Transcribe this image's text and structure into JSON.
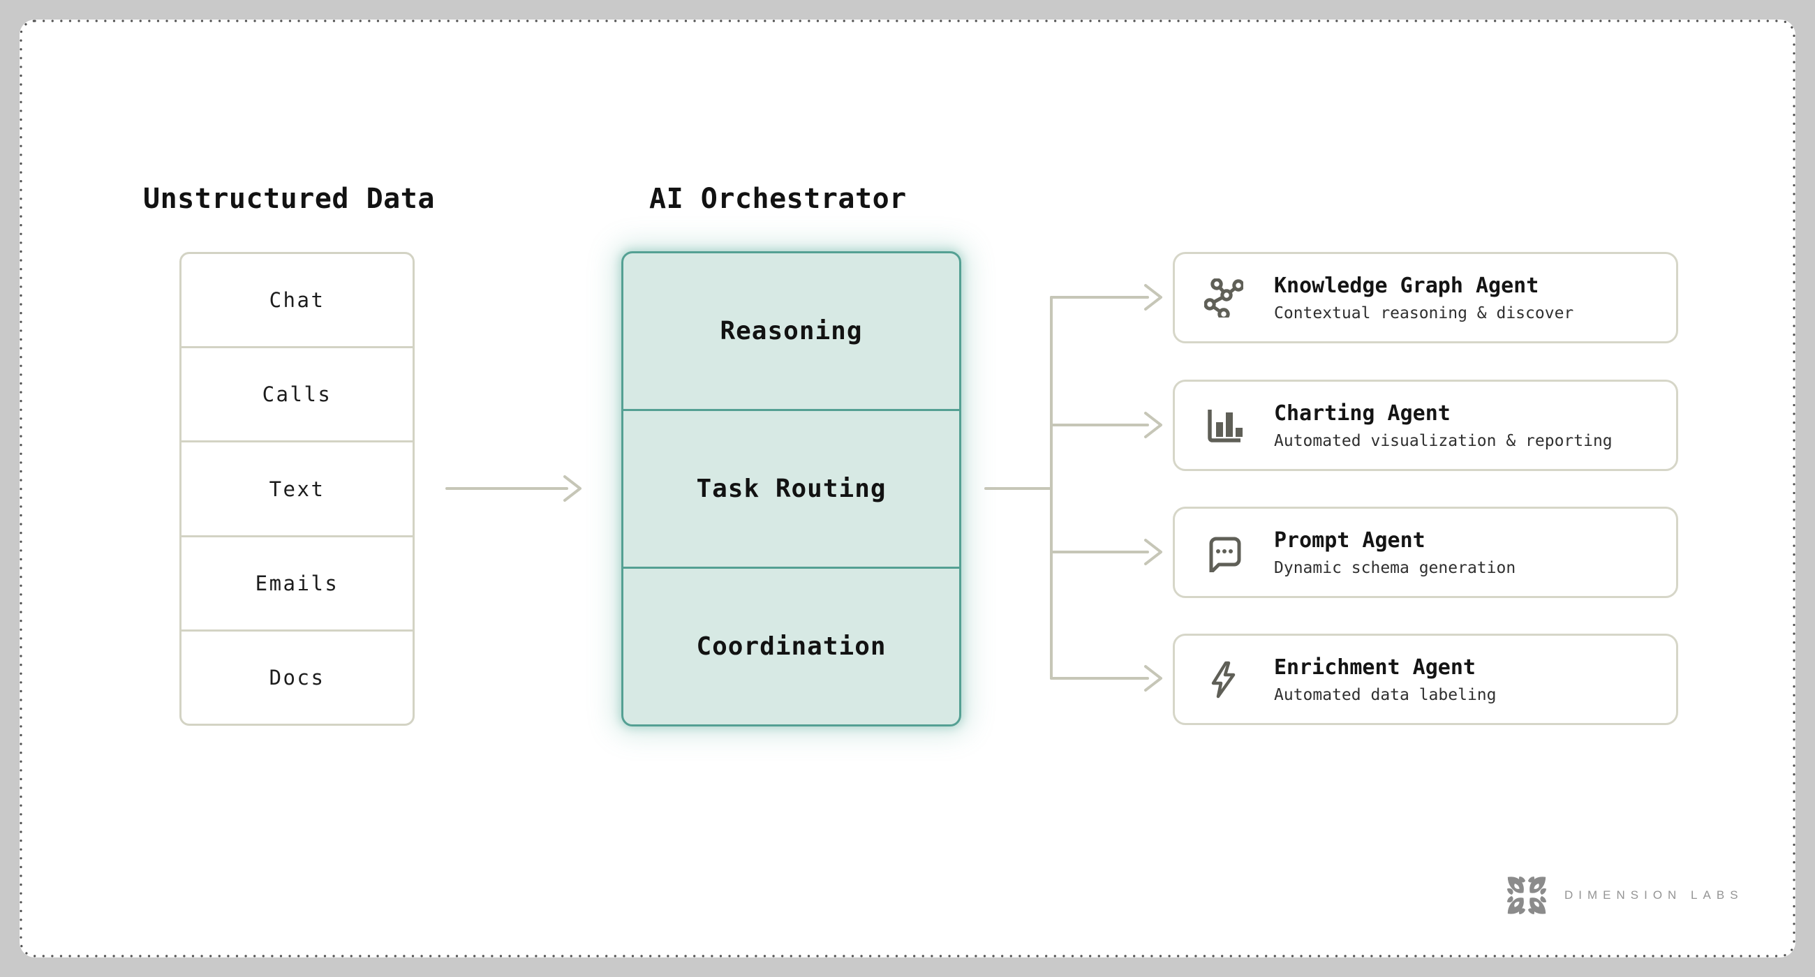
{
  "canvas": {
    "outer_background": "#c9c9c9",
    "card_background": "#ffffff",
    "dotted_border_color": "#4f4f4f"
  },
  "colors": {
    "teal_border": "#54a093",
    "teal_fill": "#d7e9e4",
    "connector_line": "#c6c6b7",
    "card_border": "#d6d6c8",
    "icon_gray": "#5f5f57",
    "brand_gray": "#949494"
  },
  "unstructured": {
    "title": "Unstructured Data",
    "items": [
      "Chat",
      "Calls",
      "Text",
      "Emails",
      "Docs"
    ]
  },
  "orchestrator": {
    "title": "AI Orchestrator",
    "stages": [
      "Reasoning",
      "Task Routing",
      "Coordination"
    ]
  },
  "agents": [
    {
      "icon": "knowledge-graph-icon",
      "title": "Knowledge Graph Agent",
      "subtitle": "Contextual reasoning & discover"
    },
    {
      "icon": "bar-chart-icon",
      "title": "Charting Agent",
      "subtitle": "Automated visualization & reporting"
    },
    {
      "icon": "chat-bubble-icon",
      "title": "Prompt Agent",
      "subtitle": "Dynamic schema generation"
    },
    {
      "icon": "lightning-bolt-icon",
      "title": "Enrichment Agent",
      "subtitle": "Automated data labeling"
    }
  ],
  "brand": {
    "name": "DIMENSION LABS"
  }
}
